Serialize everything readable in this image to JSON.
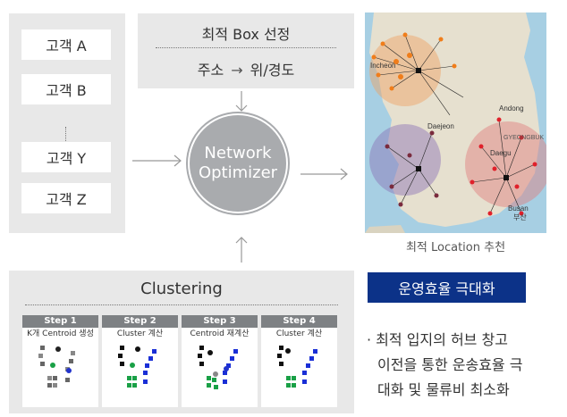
{
  "customers": {
    "items": [
      "고객 A",
      "고객 B",
      "고객 Y",
      "고객 Z"
    ]
  },
  "box_select": {
    "title": "최적 Box 선정",
    "from": "주소",
    "arrow": "→",
    "to": "위/경도"
  },
  "optimizer": {
    "line1": "Network",
    "line2": "Optimizer"
  },
  "clustering": {
    "title": "Clustering",
    "steps": [
      {
        "label": "Step 1",
        "desc": "K개 Centroid 생성"
      },
      {
        "label": "Step 2",
        "desc": "Cluster 계산"
      },
      {
        "label": "Step 3",
        "desc": "Centroid 재계산"
      },
      {
        "label": "Step 4",
        "desc": "Cluster 계산"
      }
    ]
  },
  "map": {
    "caption": "최적 Location 추천",
    "place_labels": [
      "Incheon",
      "Daejeon",
      "Andong",
      "Daegu",
      "Busan",
      "부산",
      "GYEONGBUK"
    ]
  },
  "banner": {
    "text": "운영효율 극대화"
  },
  "description": {
    "lines": [
      "· 최적 입지의 허브 창고",
      "이전을 통한 운송효율 극",
      "대화 및 물류비 최소화"
    ]
  },
  "colors": {
    "panel": "#e8e8e8",
    "circle": "#a9abae",
    "banner": "#0c3288",
    "step_head": "#7e8184"
  }
}
